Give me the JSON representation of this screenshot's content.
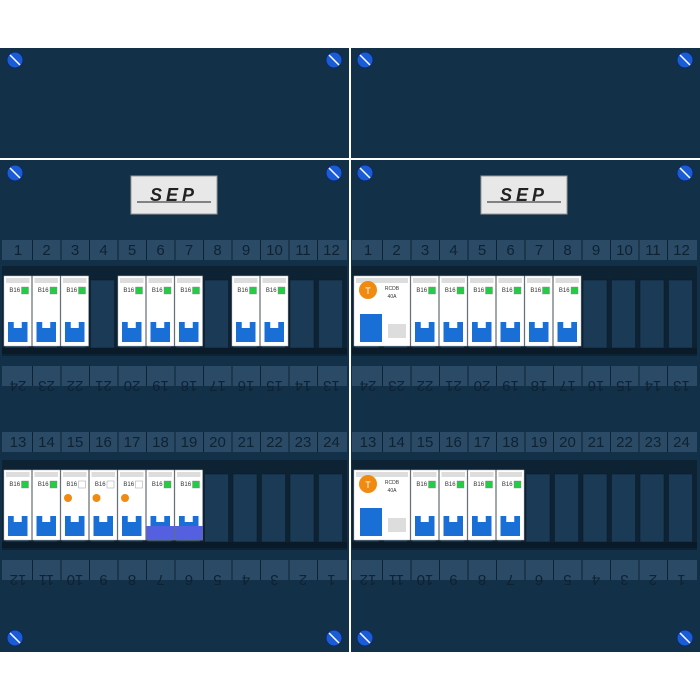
{
  "colors": {
    "panel": "#133049",
    "panel_dark": "#0d2233",
    "rail": "#1a3a55",
    "strip": "#2a4a66",
    "breaker": "#ffffff",
    "breaker_blue": "#1a6fd6",
    "breaker_green": "#22cc44",
    "rcd_orange": "#f08a10",
    "screw": "#1a5bd6",
    "seam": "#ffffff",
    "highlight": "#5560e0"
  },
  "brand": "SEP",
  "row_numbers": [
    "1",
    "2",
    "3",
    "4",
    "5",
    "6",
    "7",
    "8",
    "9",
    "10",
    "11",
    "12"
  ],
  "row_numbers_2": [
    "13",
    "14",
    "15",
    "16",
    "17",
    "18",
    "19",
    "20",
    "21",
    "22",
    "23",
    "24"
  ],
  "icons": [
    "screw-icon",
    "sep-logo-icon"
  ],
  "breaker_label": "B16",
  "rcd_label": "40A",
  "rcd_code": "RCDB",
  "test_label": "T",
  "units": {
    "top_left": [
      "mcb",
      "mcb",
      "mcb",
      "empty",
      "mcb",
      "mcb",
      "mcb",
      "empty",
      "mcb",
      "mcb",
      "empty",
      "empty"
    ],
    "top_right": [
      "rcd",
      "rcd",
      "mcb",
      "mcb",
      "mcb",
      "mcb",
      "mcb",
      "mcb",
      "empty",
      "empty",
      "empty",
      "empty"
    ],
    "bottom_left": [
      "rcd4",
      "rcd4",
      "rcbo",
      "rcbo",
      "rcbo",
      "mcbhl",
      "mcbhl",
      "empty",
      "empty",
      "empty",
      "empty",
      "empty"
    ],
    "bottom_right": [
      "rcd",
      "rcd",
      "mcb",
      "mcb",
      "mcb",
      "mcb",
      "empty",
      "empty",
      "empty",
      "empty",
      "empty",
      "empty"
    ]
  }
}
